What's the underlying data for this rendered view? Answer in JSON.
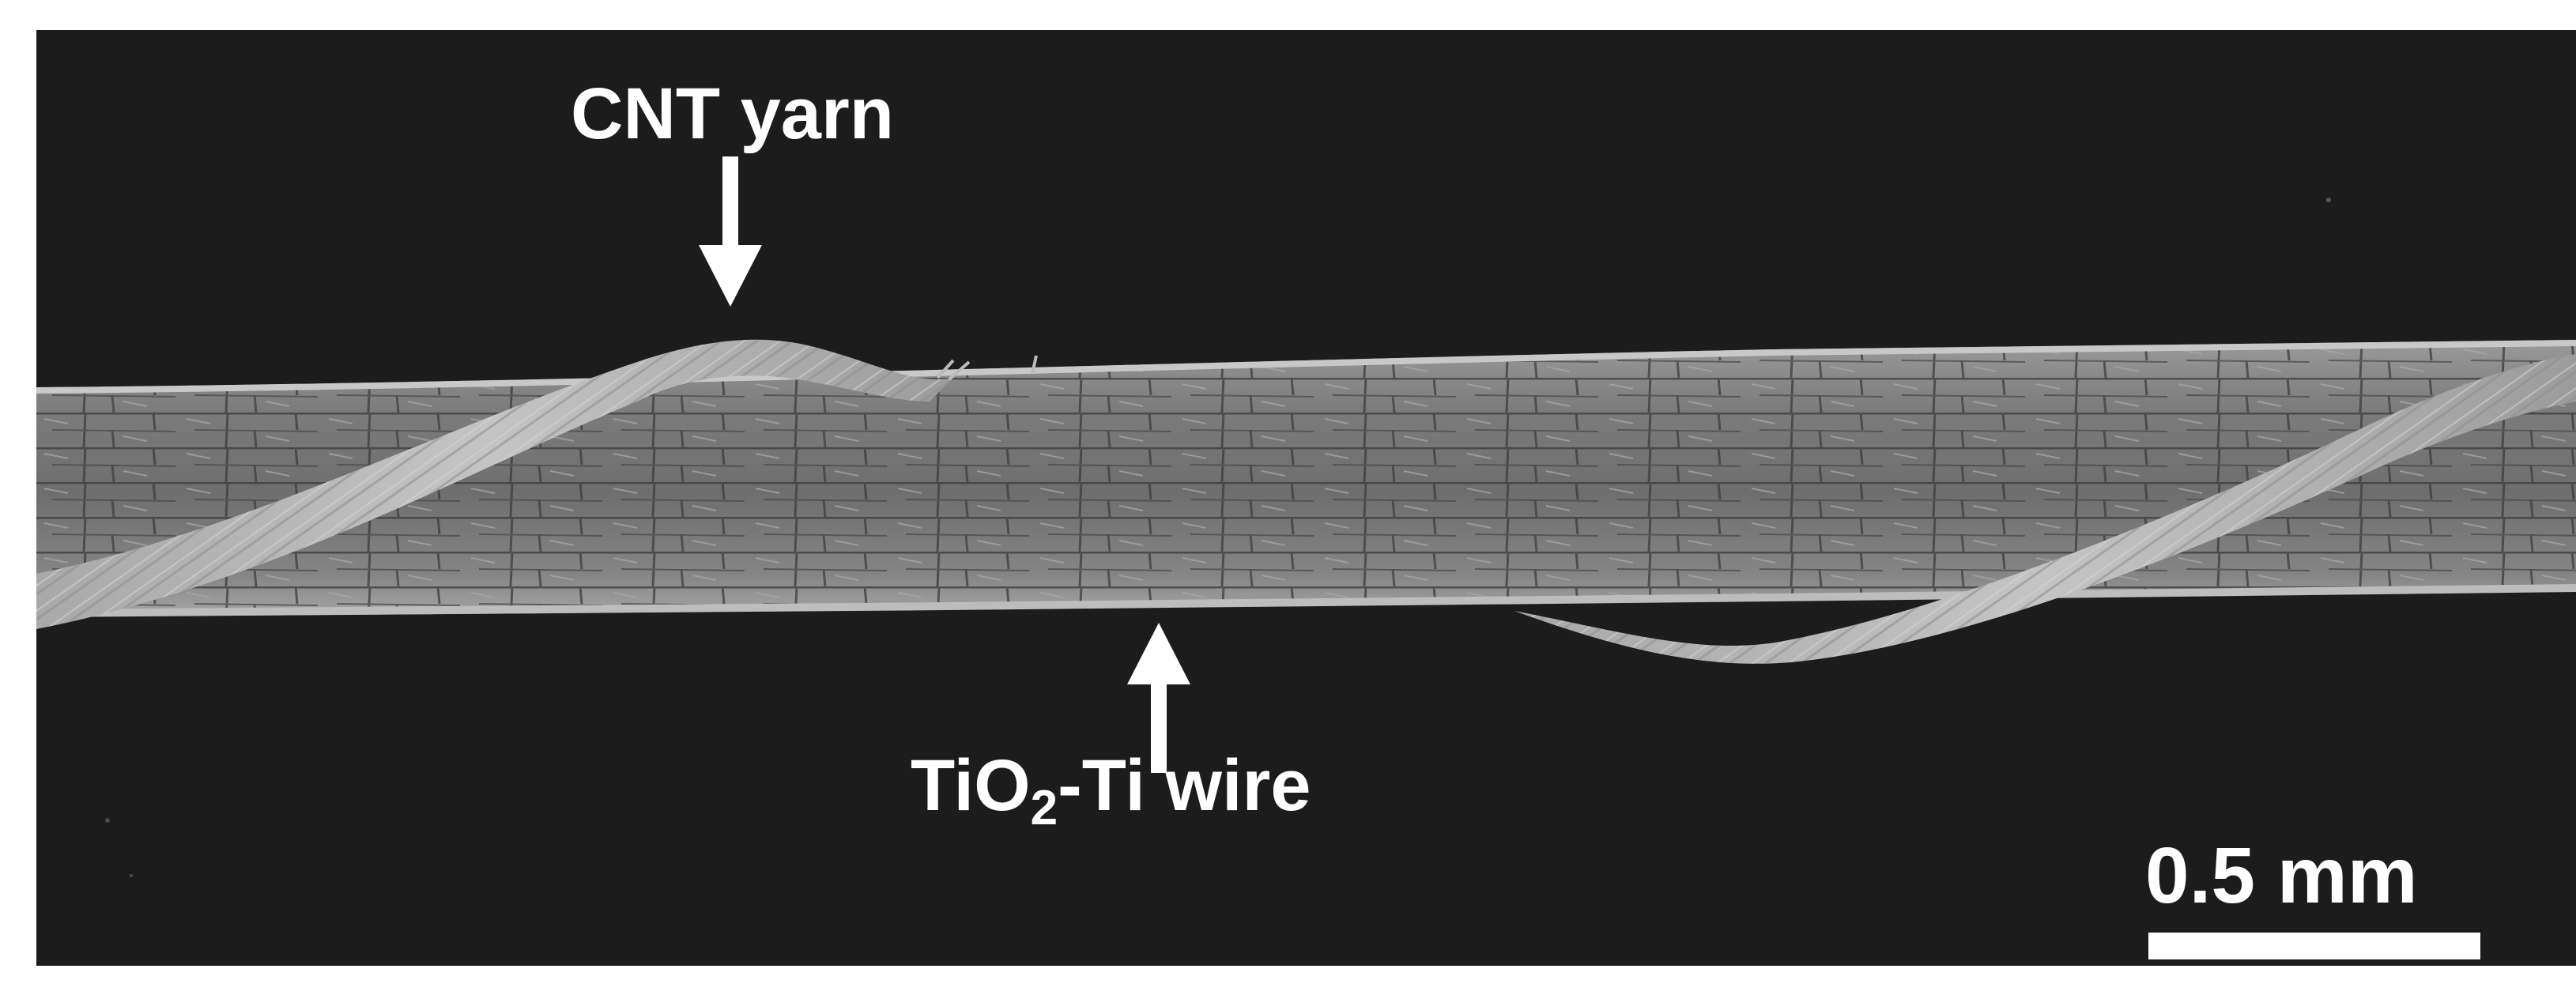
{
  "image": {
    "description_type": "SEM micrograph",
    "background_color": "#1c1c1c",
    "wire_color": "#8a8a8a",
    "yarn_color": "#b8b8b8"
  },
  "annotations": {
    "cnt_label": "CNT yarn",
    "ti_prefix": "TiO",
    "ti_subscript": "2",
    "ti_suffix": "-Ti wire"
  },
  "scale_bar": {
    "value": "0.5",
    "unit": "mm"
  }
}
